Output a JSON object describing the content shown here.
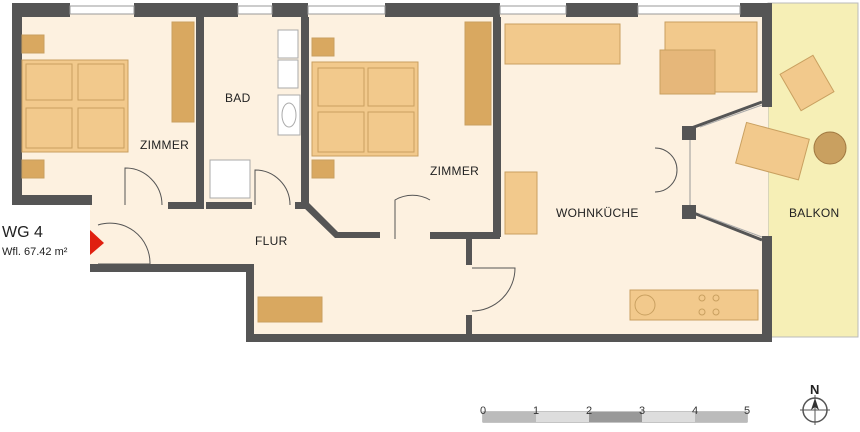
{
  "unit": {
    "name": "WG 4",
    "area_label": "Wfl.",
    "area_value": "67.42 m²"
  },
  "rooms": {
    "zimmer_left": "ZIMMER",
    "bad": "BAD",
    "zimmer_right": "ZIMMER",
    "flur": "FLUR",
    "wohnkueche": "WOHNKÜCHE",
    "balkon": "BALKON"
  },
  "scale_bar": {
    "ticks": [
      "0",
      "1",
      "2",
      "3",
      "4",
      "5"
    ]
  },
  "north_arrow": {
    "label": "N"
  },
  "colors": {
    "floor": "#fdf1e0",
    "wall": "#555555",
    "furniture": "#f2c98c",
    "furniture_dark": "#c9a060",
    "balcony": "#f6efb6",
    "entrance_marker": "#e02010"
  }
}
